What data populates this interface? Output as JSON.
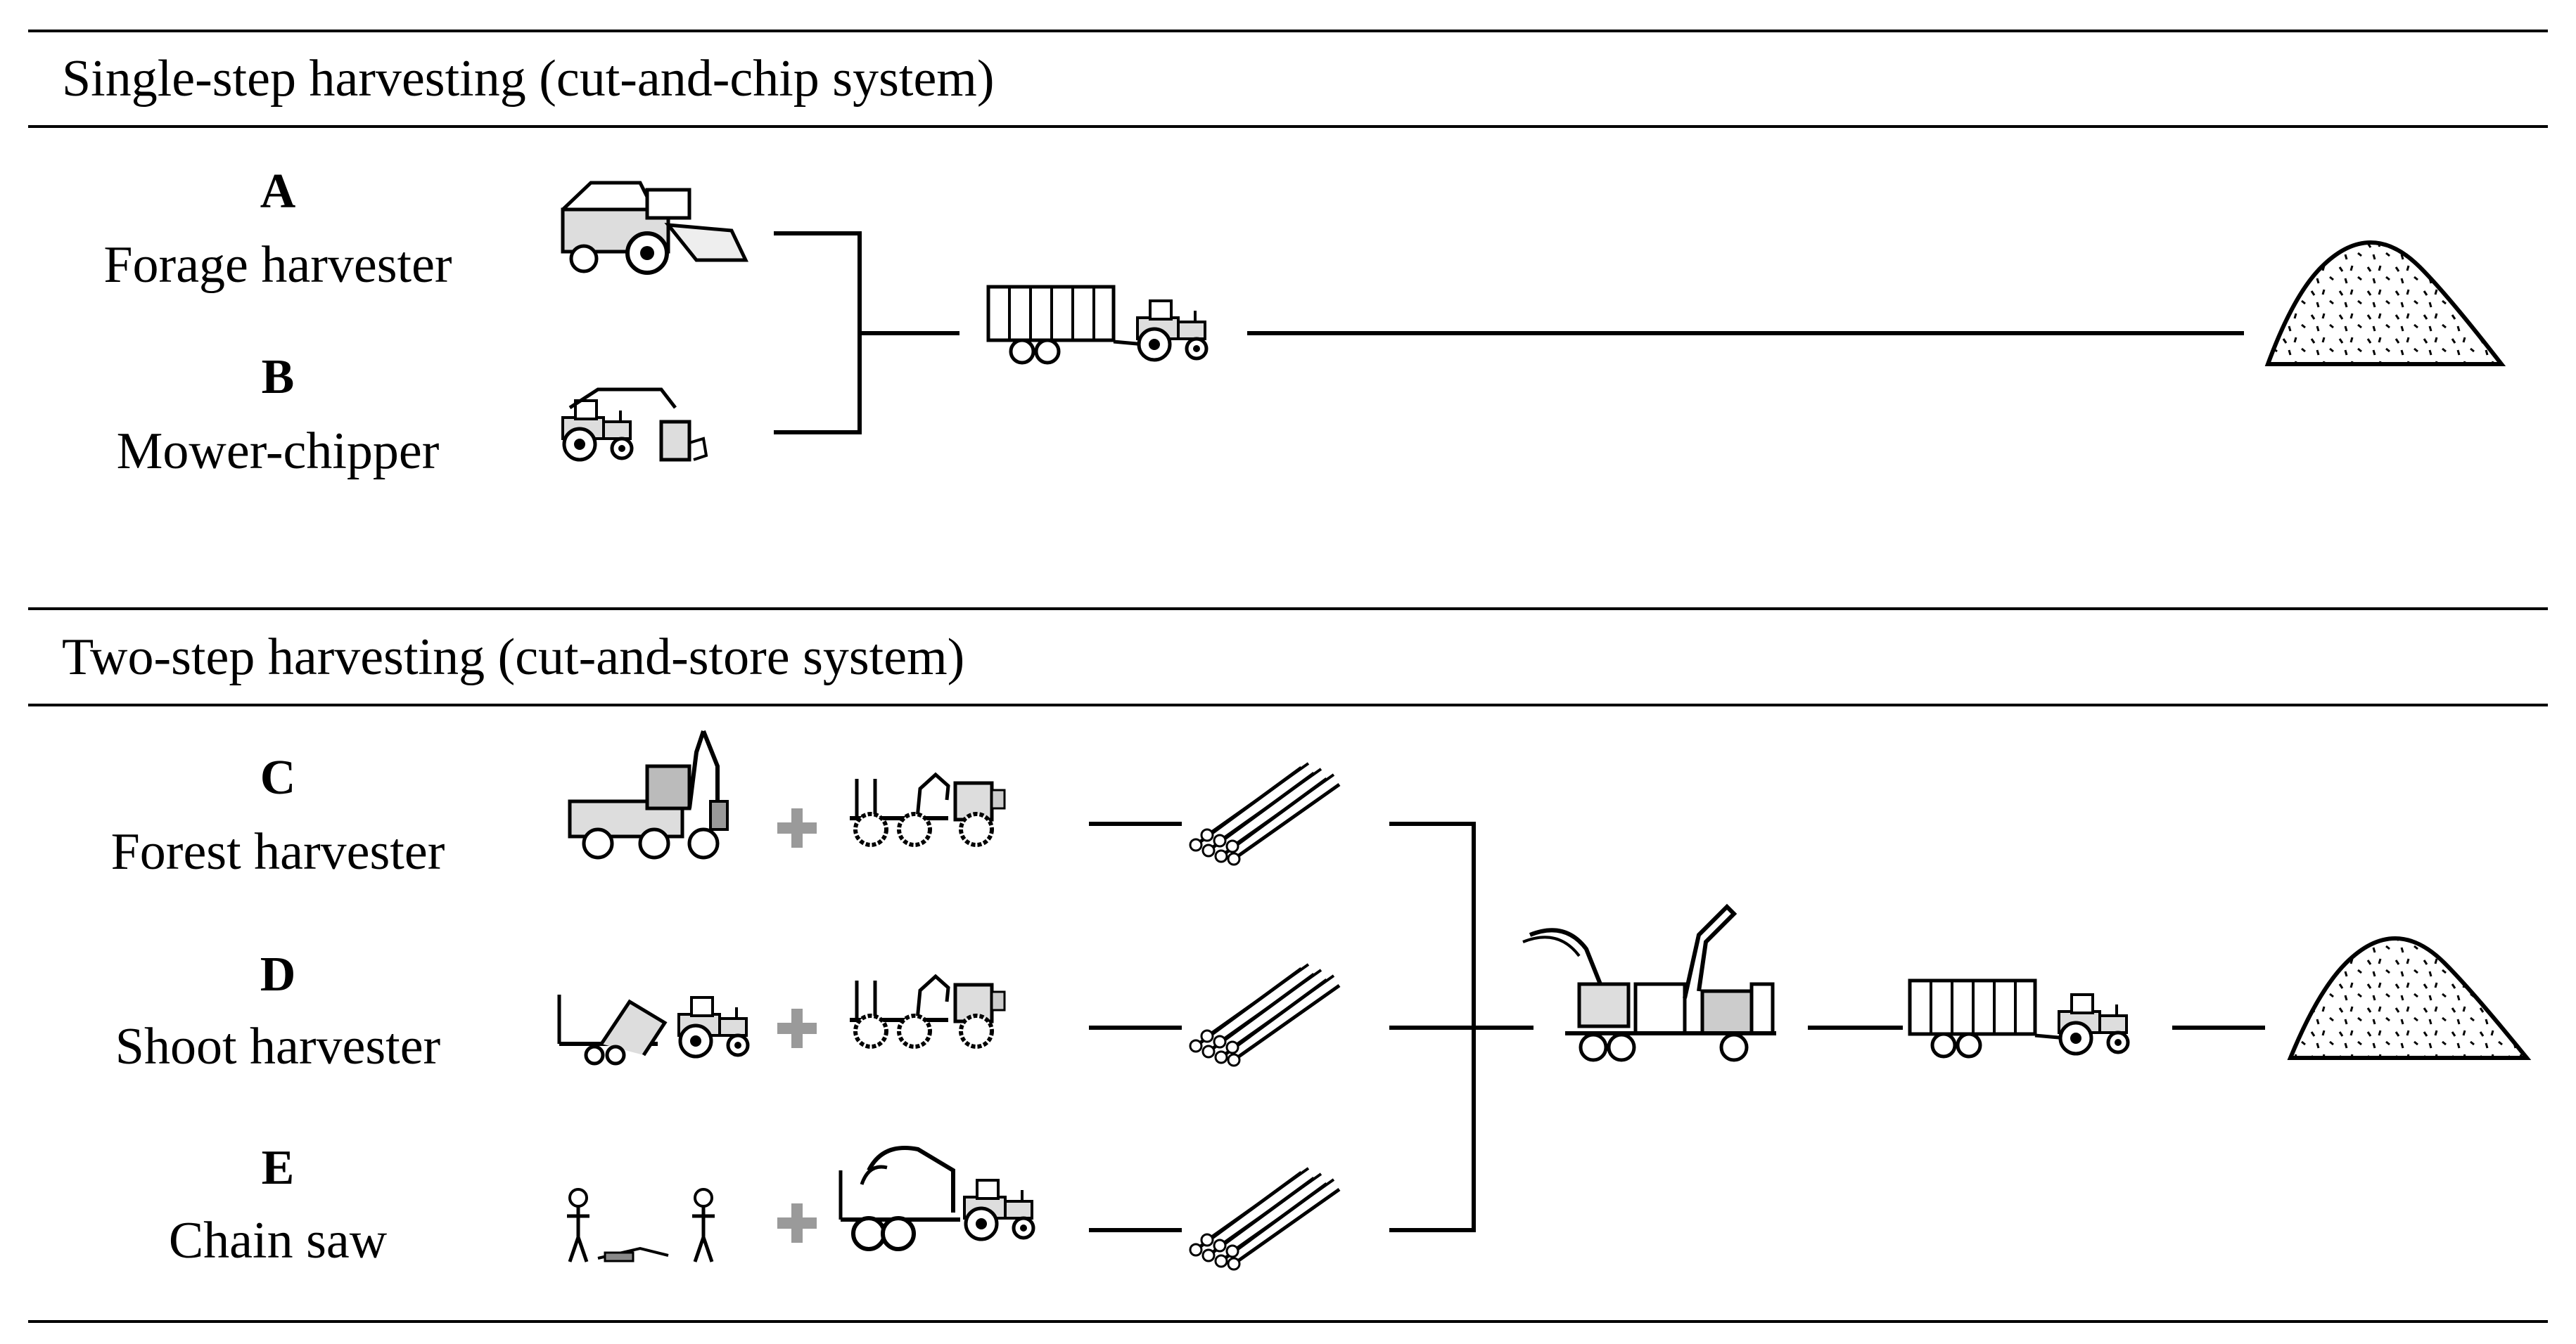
{
  "sections": [
    {
      "title": "Single-step harvesting (cut-and-chip system)",
      "options": [
        {
          "letter": "A",
          "name": "Forage harvester",
          "machine_icons": [
            "forage-harvester-icon"
          ]
        },
        {
          "letter": "B",
          "name": "Mower-chipper",
          "machine_icons": [
            "mower-chipper-icon"
          ]
        }
      ],
      "flow_icons": [
        "tractor-trailer-icon",
        "wood-chip-pile-icon"
      ]
    },
    {
      "title": "Two-step harvesting (cut-and-store system)",
      "options": [
        {
          "letter": "C",
          "name": "Forest harvester",
          "machine_icons": [
            "forest-harvester-icon",
            "plus-icon",
            "forwarder-icon",
            "log-bundle-icon"
          ]
        },
        {
          "letter": "D",
          "name": "Shoot harvester",
          "machine_icons": [
            "shoot-harvester-icon",
            "plus-icon",
            "forwarder-icon",
            "log-bundle-icon"
          ]
        },
        {
          "letter": "E",
          "name": "Chain saw",
          "machine_icons": [
            "chain-saw-workers-icon",
            "plus-icon",
            "tractor-grapple-trailer-icon",
            "log-bundle-icon"
          ]
        }
      ],
      "flow_icons": [
        "truck-chipper-icon",
        "tractor-trailer-icon",
        "wood-chip-pile-icon"
      ]
    }
  ],
  "colors": {
    "line": "#000000",
    "plus": "#9a9a9a",
    "machine_fill": "#d9d9d9"
  }
}
